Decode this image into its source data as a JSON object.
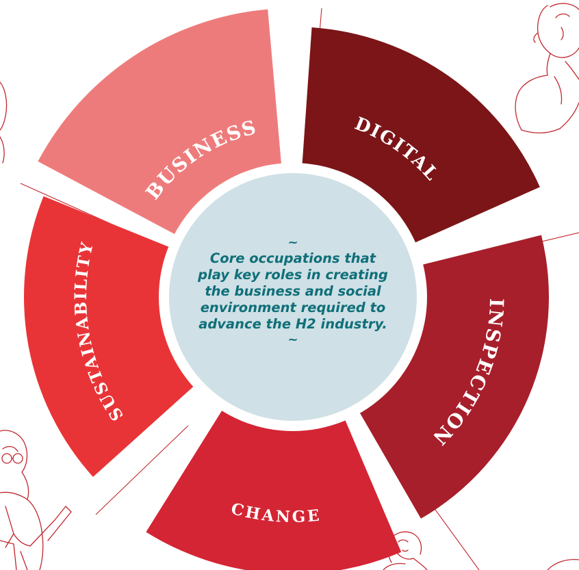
{
  "title": "",
  "center": {
    "tilde_top": "~",
    "description": "Core occupations that play key roles in creating the business and social environment required to advance the H2 industry.",
    "tilde_bottom": "~"
  },
  "segments": [
    {
      "key": "business",
      "label": "BUSINESS",
      "color": "#ee7b7b"
    },
    {
      "key": "digital",
      "label": "DIGITAL",
      "color": "#7b1518"
    },
    {
      "key": "inspection",
      "label": "INSPECTION",
      "color": "#a71f2b"
    },
    {
      "key": "change",
      "label": "CHANGE",
      "color": "#d42534"
    },
    {
      "key": "sustainability",
      "label": "SUSTAINABILITY",
      "color": "#e93437"
    }
  ],
  "colors": {
    "center_fill": "#cfe0e6",
    "center_text": "#0f6f78",
    "illustration_line": "#c0262d"
  },
  "decorations": [
    {
      "key": "person-top-right",
      "icon": "person-line-illustration"
    },
    {
      "key": "person-bottom-left",
      "icon": "person-line-illustration"
    },
    {
      "key": "person-bottom-right",
      "icon": "person-line-illustration"
    }
  ]
}
